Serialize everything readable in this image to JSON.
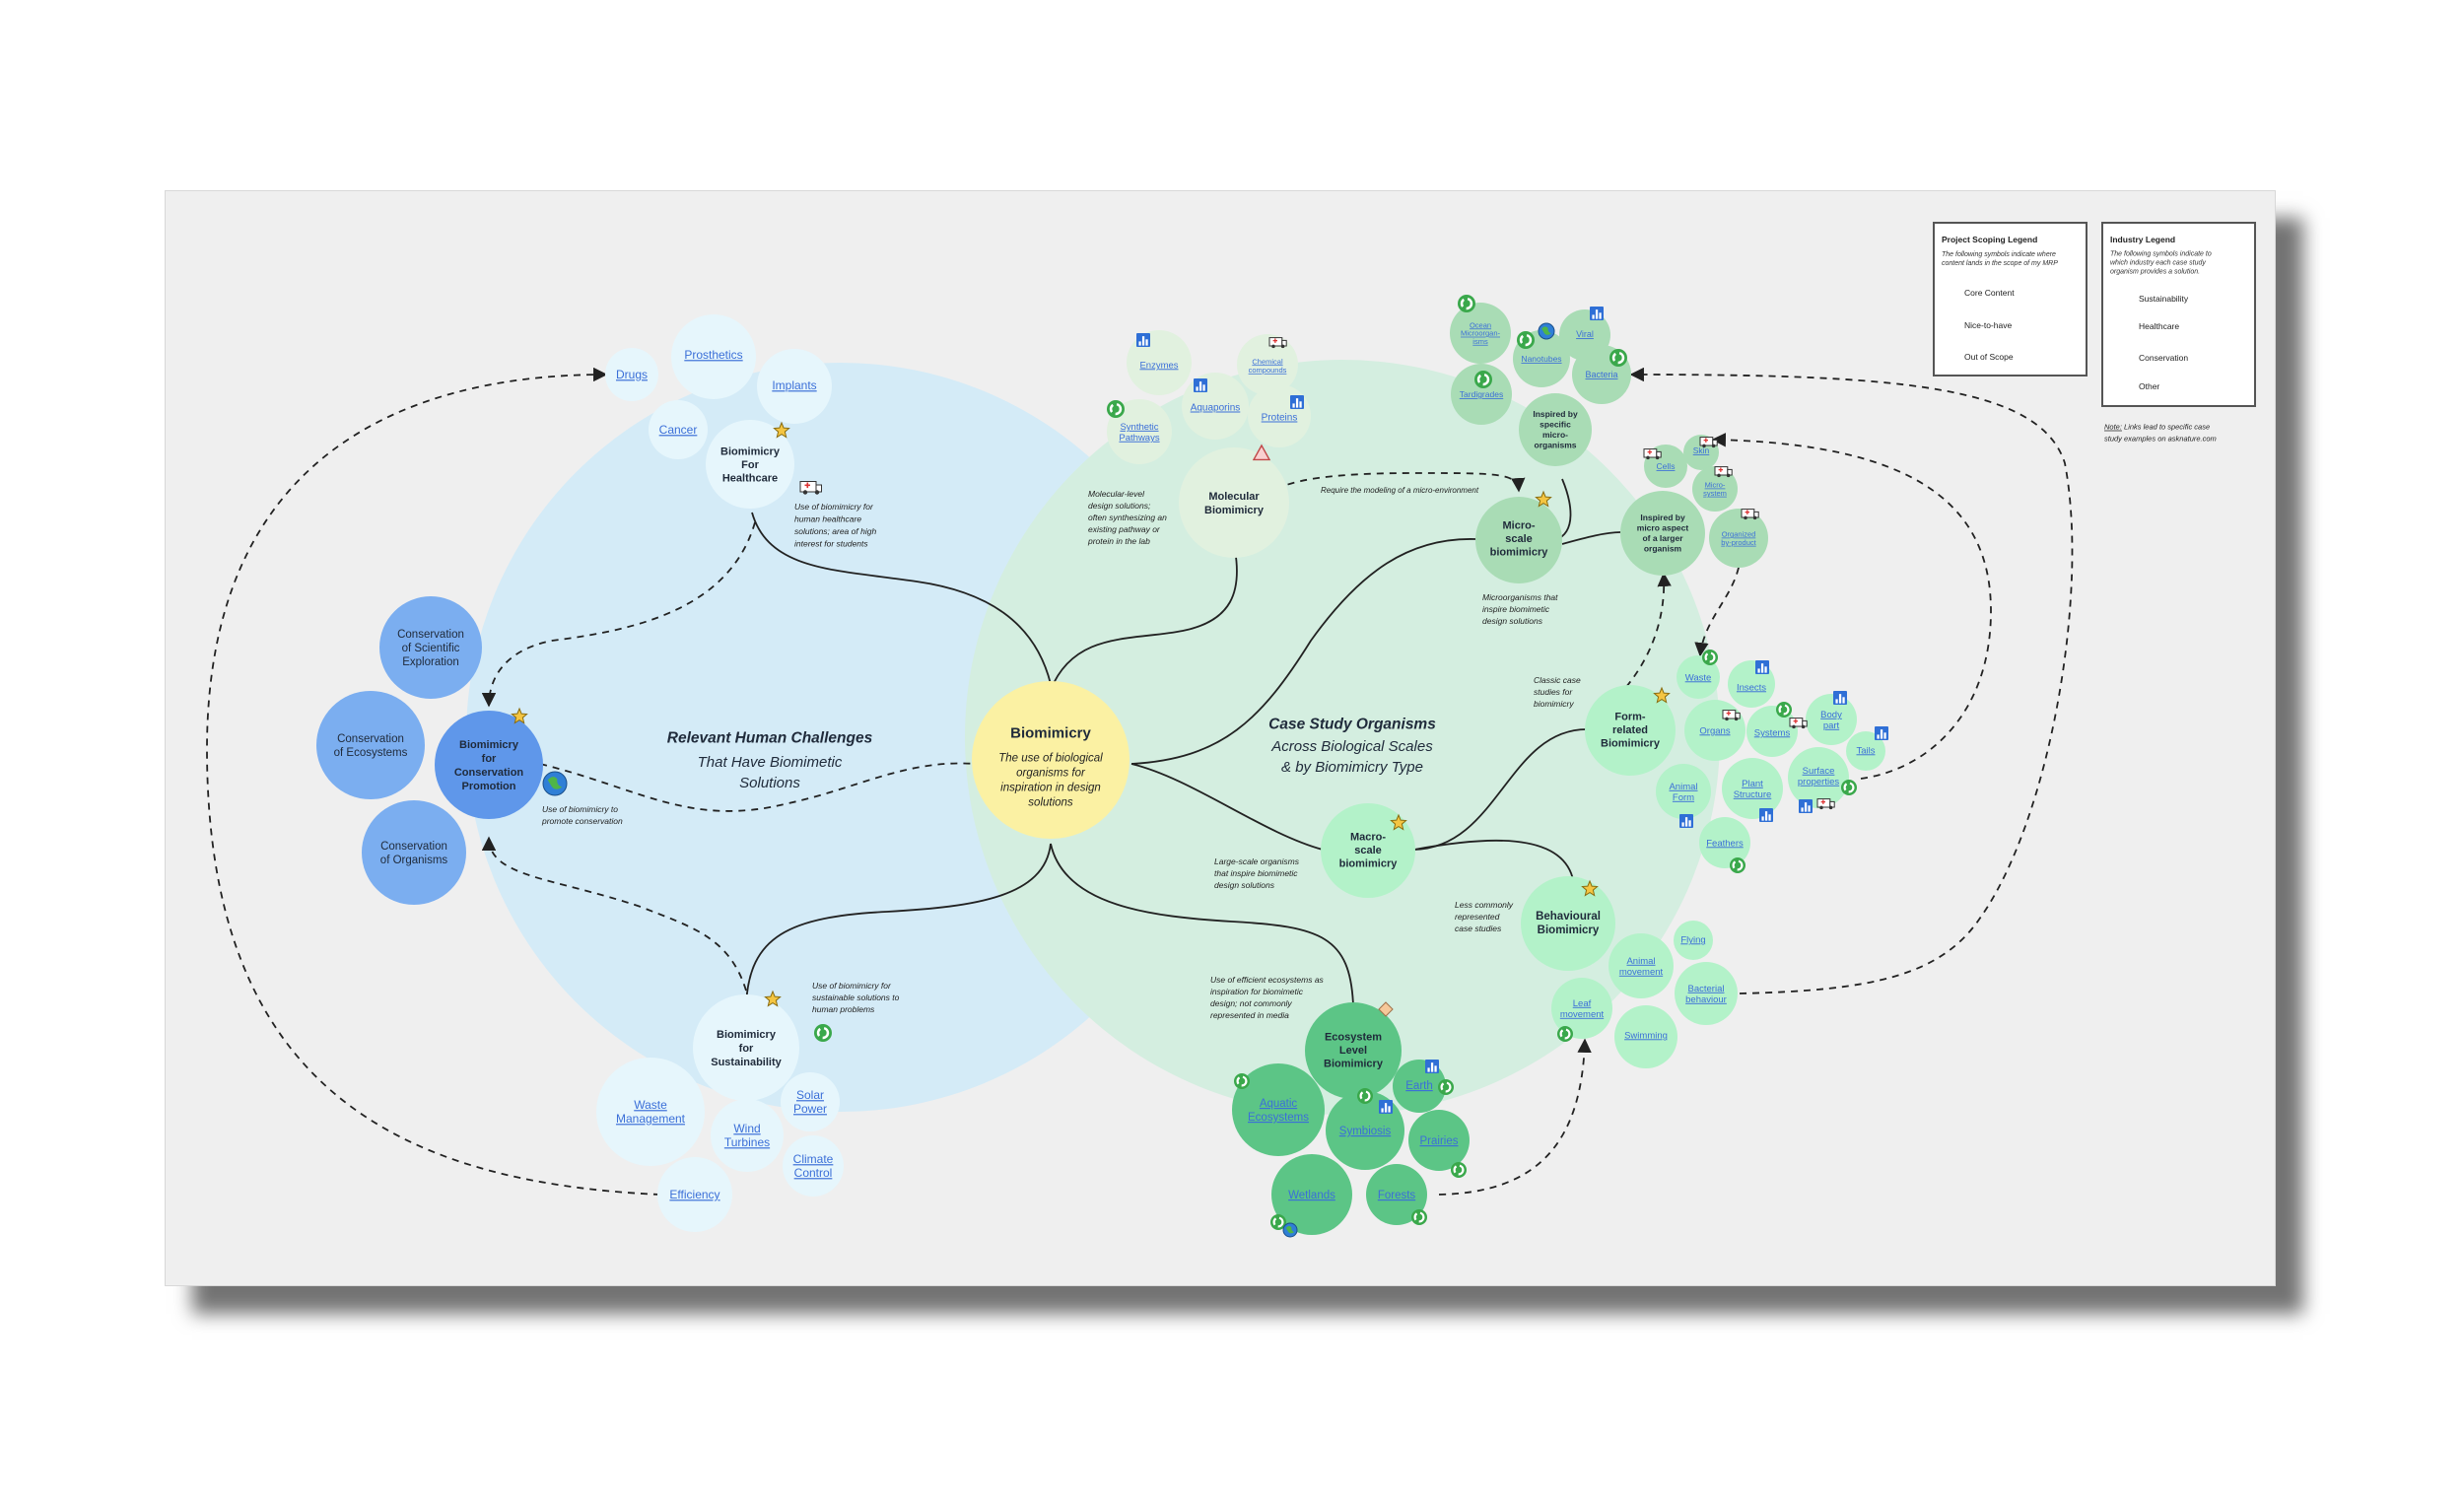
{
  "colors": {
    "board": "#efefef",
    "blue_region": "#d4ebf7",
    "green_region": "#d4eee0",
    "center": "#fbf1a3",
    "healthcare": "#e6f6fc",
    "sustainability": "#e6f6fc",
    "conservation": "#7baef0",
    "conservation_hub": "#5f97ea",
    "molecular": "#e1f1df",
    "micro": "#a9dcb5",
    "macro": "#b3f2c9",
    "form": "#b3f2c9",
    "behaviour": "#b3f2c9",
    "ecosystem": "#5cc586",
    "link": "#3b6fd8"
  },
  "center": {
    "title": "Biomimicry",
    "lines": [
      "The use of biological",
      "organisms for",
      "inspiration in design",
      "solutions"
    ]
  },
  "left_heading": {
    "title": "Relevant Human Challenges",
    "lines": [
      "That Have Biomimetic",
      "Solutions"
    ]
  },
  "right_heading": {
    "title": "Case Study Organisms",
    "lines": [
      "Across Biological Scales",
      "& by Biomimicry Type"
    ]
  },
  "legend_scope": {
    "title": "Project Scoping Legend",
    "desc": [
      "The following symbols indicate where",
      "content lands in the scope of my MRP"
    ],
    "items": [
      "Core Content",
      "Nice-to-have",
      "Out of Scope"
    ]
  },
  "legend_industry": {
    "title": "Industry Legend",
    "desc": [
      "The following symbols indicate to",
      "which industry each case study",
      "organism provides a solution."
    ],
    "items": [
      "Sustainability",
      "Healthcare",
      "Conservation",
      "Other"
    ]
  },
  "legend_note": {
    "label": "Note:",
    "lines": [
      " Links lead to specific case",
      "study examples on asknature.com"
    ]
  },
  "healthcare": {
    "title": [
      "Biomimicry",
      "For",
      "Healthcare"
    ],
    "note": [
      "Use of biomimicry for",
      "human healthcare",
      "solutions; area of high",
      "interest for students"
    ],
    "links": [
      "Prosthetics",
      "Implants",
      "Cancer",
      "Drugs"
    ]
  },
  "conservation": {
    "title": [
      "Biomimicry",
      "for",
      "Conservation",
      "Promotion"
    ],
    "note": [
      "Use of biomimicry to",
      "promote conservation"
    ],
    "items": [
      [
        "Conservation",
        "of Scientific",
        "Exploration"
      ],
      [
        "Conservation",
        "of Ecosystems"
      ],
      [
        "Conservation",
        "of Organisms"
      ]
    ]
  },
  "sustainability": {
    "title": [
      "Biomimicry",
      "for",
      "Sustainability"
    ],
    "note": [
      "Use of biomimicry for",
      "sustainable solutions to",
      "human problems"
    ],
    "links": [
      [
        "Waste",
        "Management"
      ],
      [
        "Solar",
        "Power"
      ],
      [
        "Wind",
        "Turbines"
      ],
      [
        "Climate",
        "Control"
      ],
      [
        "Efficiency"
      ]
    ]
  },
  "molecular": {
    "title": [
      "Molecular",
      "Biomimicry"
    ],
    "note": [
      "Molecular-level",
      "design solutions;",
      "often synthesizing an",
      "existing pathway or",
      "protein in the lab"
    ],
    "links": [
      [
        "Enzymes"
      ],
      [
        "Chemical",
        "compounds"
      ],
      [
        "Aquaporins"
      ],
      [
        "Proteins"
      ],
      [
        "Synthetic",
        "Pathways"
      ]
    ],
    "arrow_note": "Require the modeling of a micro-environment"
  },
  "micro": {
    "title": [
      "Micro-",
      "scale",
      "biomimicry"
    ],
    "note": [
      "Microorganisms that",
      "inspire biomimetic",
      "design solutions"
    ],
    "specific": [
      "Inspired by",
      "specific",
      "micro-",
      "organisms"
    ],
    "aspect": [
      "Inspired by",
      "micro aspect",
      "of a larger",
      "organism"
    ],
    "specific_links": [
      [
        "Ocean",
        "Microorgan-",
        "isms"
      ],
      [
        "Viral"
      ],
      [
        "Nanotubes"
      ],
      [
        "Bacteria"
      ],
      [
        "Tardigrades"
      ]
    ],
    "aspect_links": [
      [
        "Cells"
      ],
      [
        "Skin"
      ],
      [
        "Micro-",
        "system"
      ],
      [
        "Organized",
        "by-product"
      ]
    ]
  },
  "form": {
    "title": [
      "Form-",
      "related",
      "Biomimicry"
    ],
    "note": [
      "Classic case",
      "studies for",
      "biomimicry"
    ],
    "links": [
      [
        "Waste"
      ],
      [
        "Insects"
      ],
      [
        "Organs"
      ],
      [
        "Systems"
      ],
      [
        "Body",
        "part"
      ],
      [
        "Tails"
      ],
      [
        "Animal",
        "Form"
      ],
      [
        "Plant",
        "Structure"
      ],
      [
        "Surface",
        "properties"
      ],
      [
        "Feathers"
      ]
    ]
  },
  "macro": {
    "title": [
      "Macro-",
      "scale",
      "biomimicry"
    ],
    "note": [
      "Large-scale organisms",
      "that inspire biomimetic",
      "design solutions"
    ]
  },
  "behaviour": {
    "title": [
      "Behavioural",
      "Biomimicry"
    ],
    "note": [
      "Less commonly",
      "represented",
      "case studies"
    ],
    "links": [
      [
        "Flying"
      ],
      [
        "Animal",
        "movement"
      ],
      [
        "Bacterial",
        "behaviour"
      ],
      [
        "Leaf",
        "movement"
      ],
      [
        "Swimming"
      ]
    ]
  },
  "ecosystem": {
    "title": [
      "Ecosystem",
      "Level",
      "Biomimicry"
    ],
    "note": [
      "Use of efficient ecosystems as",
      "inspiration for biomimetic",
      "design; not commonly",
      "represented in media"
    ],
    "links": [
      [
        "Aquatic",
        "Ecosystems"
      ],
      [
        "Earth"
      ],
      [
        "Symbiosis"
      ],
      [
        "Prairies"
      ],
      [
        "Wetlands"
      ],
      [
        "Forests"
      ]
    ]
  }
}
